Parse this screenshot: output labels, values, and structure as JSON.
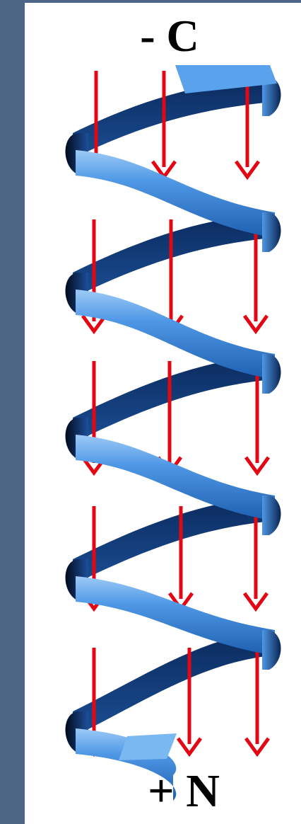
{
  "labels": {
    "top": "- C",
    "bottom": "+ N"
  },
  "colors": {
    "side_bar": "#4d6686",
    "helix_light": "#6fb0f2",
    "helix_mid": "#2f7fd3",
    "helix_dark": "#071a3e",
    "arrow": "#e30613"
  },
  "icons": {
    "helix": "alpha-helix-ribbon",
    "arrows": "dipole-arrow-down"
  }
}
